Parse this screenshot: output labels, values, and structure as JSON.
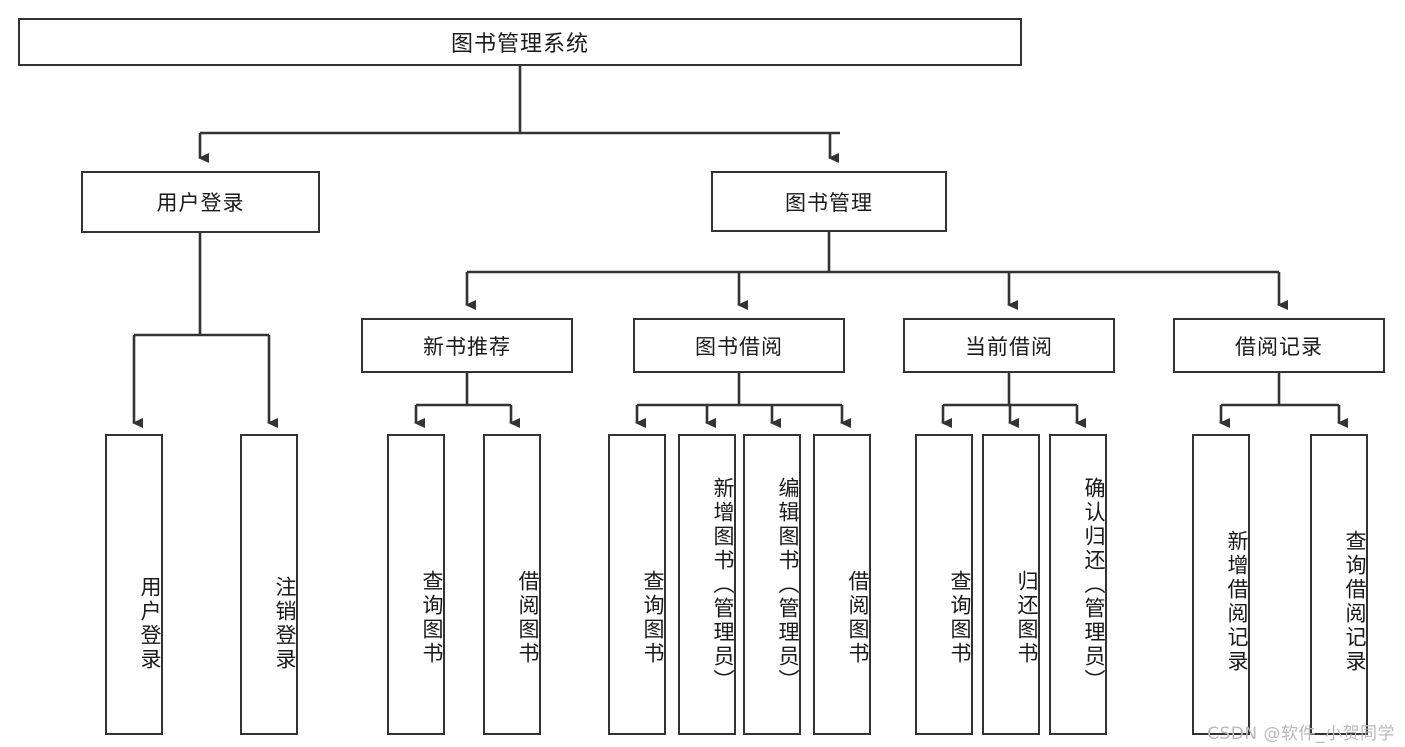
{
  "diagram": {
    "type": "tree",
    "title": "图书管理系统",
    "colors": {
      "border": "#333333",
      "fill": "#ffffff",
      "text": "#1a1a1a",
      "watermark": "#b9b9b9"
    },
    "nodes": {
      "root": {
        "label": "图书管理系统",
        "orientation": "horizontal"
      },
      "level1": [
        {
          "id": "user-login",
          "label": "用户登录",
          "orientation": "horizontal"
        },
        {
          "id": "book-manage",
          "label": "图书管理",
          "orientation": "horizontal"
        }
      ],
      "level2": [
        {
          "id": "new-book-recommend",
          "label": "新书推荐",
          "orientation": "horizontal"
        },
        {
          "id": "book-borrow",
          "label": "图书借阅",
          "orientation": "horizontal"
        },
        {
          "id": "current-borrow",
          "label": "当前借阅",
          "orientation": "horizontal"
        },
        {
          "id": "borrow-record",
          "label": "借阅记录",
          "orientation": "horizontal"
        }
      ],
      "leaves": {
        "user-login": [
          {
            "id": "leaf-user-login",
            "label": "用户登录",
            "orientation": "vertical"
          },
          {
            "id": "leaf-user-logout",
            "label": "注销登录",
            "orientation": "vertical"
          }
        ],
        "new-book-recommend": [
          {
            "id": "leaf-query-book-1",
            "label": "查询图书",
            "orientation": "vertical"
          },
          {
            "id": "leaf-borrow-book-1",
            "label": "借阅图书",
            "orientation": "vertical"
          }
        ],
        "book-borrow": [
          {
            "id": "leaf-query-book-2",
            "label": "查询图书",
            "orientation": "vertical"
          },
          {
            "id": "leaf-add-book",
            "label": "新增图书（管理员）",
            "orientation": "vertical"
          },
          {
            "id": "leaf-edit-book",
            "label": "编辑图书（管理员）",
            "orientation": "vertical"
          },
          {
            "id": "leaf-borrow-book-2",
            "label": "借阅图书",
            "orientation": "vertical"
          }
        ],
        "current-borrow": [
          {
            "id": "leaf-query-book-3",
            "label": "查询图书",
            "orientation": "vertical"
          },
          {
            "id": "leaf-return-book",
            "label": "归还图书",
            "orientation": "vertical"
          },
          {
            "id": "leaf-confirm-return",
            "label": "确认归还（管理员）",
            "orientation": "vertical"
          }
        ],
        "borrow-record": [
          {
            "id": "leaf-add-record",
            "label": "新增借阅记录",
            "orientation": "vertical"
          },
          {
            "id": "leaf-query-record",
            "label": "查询借阅记录",
            "orientation": "vertical"
          }
        ]
      }
    },
    "watermark": "CSDN @软件_小贺同学"
  }
}
